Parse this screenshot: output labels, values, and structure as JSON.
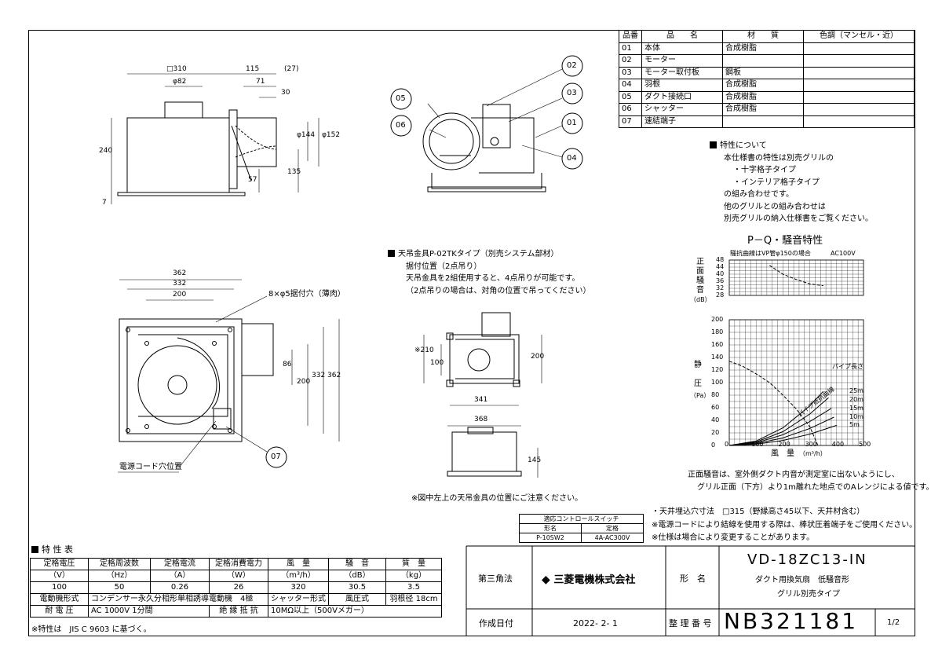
{
  "parts": {
    "headers": [
      "品番",
      "品　　名",
      "材　　質",
      "色調（マンセル・近）"
    ],
    "rows": [
      [
        "01",
        "本体",
        "合成樹脂",
        ""
      ],
      [
        "02",
        "モーター",
        "",
        ""
      ],
      [
        "03",
        "モーター取付板",
        "鋼板",
        ""
      ],
      [
        "04",
        "羽根",
        "合成樹脂",
        ""
      ],
      [
        "05",
        "ダクト接続口",
        "合成樹脂",
        ""
      ],
      [
        "06",
        "シャッター",
        "合成樹脂",
        ""
      ],
      [
        "07",
        "速結端子",
        "",
        ""
      ]
    ]
  },
  "features": {
    "title": "特性について",
    "lines": [
      "本仕様書の特性は別売グリルの",
      "・十字格子タイプ",
      "・インテリア格子タイプ",
      "の組み合わせです。",
      "他のグリルとの組み合わせは",
      "別売グリルの納入仕様書をご覧ください。"
    ]
  },
  "hanger": {
    "lines": [
      "天吊金具P-02TKタイプ（別売システム部材）",
      "据付位置（2点吊り）",
      "天吊金具を2組使用すると、4点吊りが可能です。",
      "（2点吊りの場合は、対角の位置で吊ってください）"
    ],
    "note": "※図中左上の天吊金具の位置にご注意ください。"
  },
  "callouts": [
    "01",
    "02",
    "03",
    "04",
    "05",
    "06",
    "07"
  ],
  "dims": {
    "top": [
      "□310",
      "φ82",
      "115",
      "(27)",
      "71",
      "30",
      "240",
      "7",
      "57",
      "135",
      "φ144",
      "φ152"
    ],
    "plan": [
      "362",
      "332",
      "200",
      "8×φ5据付穴（薄肉）",
      "86",
      "200",
      "332",
      "362",
      "電源コード穴位置"
    ],
    "hang": [
      "※210",
      "100",
      "200",
      "341",
      "368",
      "145"
    ]
  },
  "pq": {
    "title": "P－Q・騒音特性",
    "noise_note": "騒抗曲線はVP管φ150の場合",
    "voltage": "AC100V",
    "noise_label": "正面騒音",
    "noise_unit": "（dB）",
    "noise_ticks": [
      "48",
      "44",
      "40",
      "36",
      "32",
      "28"
    ],
    "pressure_label_1": "静",
    "pressure_label_2": "圧",
    "pressure_unit": "（Pa）",
    "pressure_ticks": [
      "200",
      "180",
      "160",
      "140",
      "120",
      "100",
      "80",
      "60",
      "40",
      "20",
      "0"
    ],
    "x_ticks": [
      "0",
      "100",
      "200",
      "300",
      "400",
      "500"
    ],
    "x_label": "風　量",
    "x_unit": "（m³/h）",
    "pipe_label": "パイプ長さ",
    "pipe_curve_label": "パイプ抵抗曲線",
    "pipe_lengths": [
      "25m",
      "20m",
      "15m",
      "10m",
      "5m"
    ]
  },
  "chart_data": [
    {
      "type": "line",
      "title": "P－Q・騒音特性",
      "ylabel": "正面騒音（dB）",
      "xlim": [
        0,
        500
      ],
      "ylim": [
        28,
        48
      ],
      "series": [
        {
          "values": [
            [
              150,
              45
            ],
            [
              200,
              40
            ],
            [
              250,
              37
            ],
            [
              300,
              34.5
            ],
            [
              350,
              33.5
            ]
          ]
        }
      ]
    },
    {
      "type": "line",
      "xlabel": "風　量（m³/h）",
      "ylabel": "静圧（Pa）",
      "xlim": [
        0,
        500
      ],
      "ylim": [
        0,
        200
      ],
      "series": [
        {
          "values": [
            [
              0,
              134
            ],
            [
              50,
              126
            ],
            [
              100,
              114
            ],
            [
              150,
              100
            ],
            [
              200,
              80
            ],
            [
              250,
              58
            ],
            [
              300,
              30
            ],
            [
              330,
              0
            ]
          ]
        },
        {
          "name": "25m",
          "values": [
            [
              0,
              0
            ],
            [
              100,
              7
            ],
            [
              200,
              28
            ],
            [
              300,
              63
            ],
            [
              350,
              86
            ]
          ]
        },
        {
          "name": "20m",
          "values": [
            [
              0,
              0
            ],
            [
              100,
              5.5
            ],
            [
              200,
              22
            ],
            [
              300,
              50
            ],
            [
              370,
              76
            ]
          ]
        },
        {
          "name": "15m",
          "values": [
            [
              0,
              0
            ],
            [
              100,
              4.2
            ],
            [
              200,
              17
            ],
            [
              300,
              38
            ],
            [
              380,
              59
            ]
          ]
        },
        {
          "name": "10m",
          "values": [
            [
              0,
              0
            ],
            [
              100,
              3
            ],
            [
              200,
              12
            ],
            [
              300,
              27
            ],
            [
              390,
              45
            ]
          ]
        },
        {
          "name": "5m",
          "values": [
            [
              0,
              0
            ],
            [
              100,
              2
            ],
            [
              200,
              8
            ],
            [
              300,
              18
            ],
            [
              400,
              32
            ]
          ]
        }
      ]
    }
  ],
  "noise_note": [
    "正面騒音は、室外側ダクト内音が測定室に出ないようにし、",
    "グリル正面（下方）より1m離れた地点でのAレンジによる値です。"
  ],
  "install_notes": [
    "・天井埋込穴寸法　□315（野縁高さ45以下、天井材含む）",
    "※電源コードにより結線を使用する際は、棒状圧着端子をご使用ください。",
    "※仕様は場合により変更することがあります。"
  ],
  "ctrl": {
    "title": "適応コントロールスイッチ",
    "h1": "形名",
    "h2": "定格",
    "v1": "P-10SW2",
    "v2": "4A-AC300V"
  },
  "spec": {
    "title": "特 性 表",
    "headers": [
      "定格電圧",
      "定格周波数",
      "定格電流",
      "定格消費電力",
      "風　量",
      "騒　音",
      "質　量"
    ],
    "units": [
      "（V）",
      "（Hz）",
      "（A）",
      "（W）",
      "（m³/h）",
      "（dB）",
      "（kg）"
    ],
    "values": [
      "100",
      "50",
      "0.26",
      "26",
      "320",
      "30.5",
      "3.5"
    ],
    "motor_label": "電動機形式",
    "motor": "コンデンサー永久分相形単相誘導電動機　4極",
    "shutter_label": "シャッター形式",
    "shutter": "風圧式",
    "blade_label": "羽根径",
    "blade": "18cm",
    "voltage_label": "耐 電 圧",
    "voltage": "AC 1000V 1分間",
    "insul_label": "絶 縁 抵 抗",
    "insul": "10MΩ以上（500Vメガー）",
    "footnote": "※特性は　JIS C 9603 に基づく。"
  },
  "title_block": {
    "projection": "第三角法",
    "company": "三菱電機株式会社",
    "model_label": "形　名",
    "model": "VD-18ZC13-IN",
    "desc1": "ダクト用換気扇　低騒音形",
    "desc2": "グリル別売タイプ",
    "date_label": "作成日付",
    "date": "2022- 2- 1",
    "num_label": "整 理 番 号",
    "num": "NB321181",
    "page": "1/2"
  }
}
